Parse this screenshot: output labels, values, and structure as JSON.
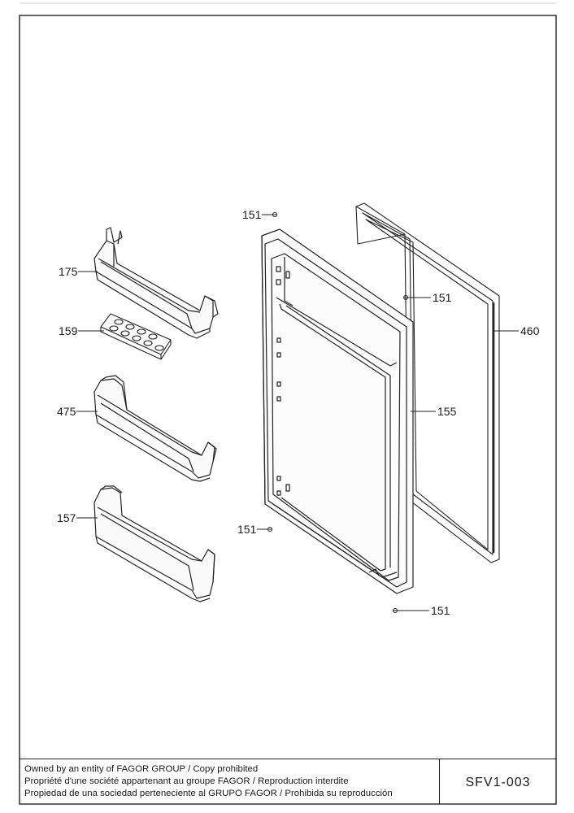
{
  "diagram": {
    "part_labels": {
      "shelf_top": "175",
      "egg_tray": "159",
      "shelf_middle": "475",
      "shelf_bottom": "157",
      "screw_top_left": "151",
      "screw_top_right": "151",
      "screw_bottom_left": "151",
      "screw_bottom_right": "151",
      "door_gasket": "460",
      "door_panel": "155"
    }
  },
  "title_block": {
    "ownership_en": "Owned by an entity of FAGOR GROUP / Copy prohibited",
    "ownership_fr": "Propriété d'une société appartenant au groupe FAGOR / Reproduction interdite",
    "ownership_es": "Propiedad de una sociedad perteneciente al GRUPO FAGOR / Prohibida su reproducción",
    "drawing_code": "SFV1-003"
  }
}
